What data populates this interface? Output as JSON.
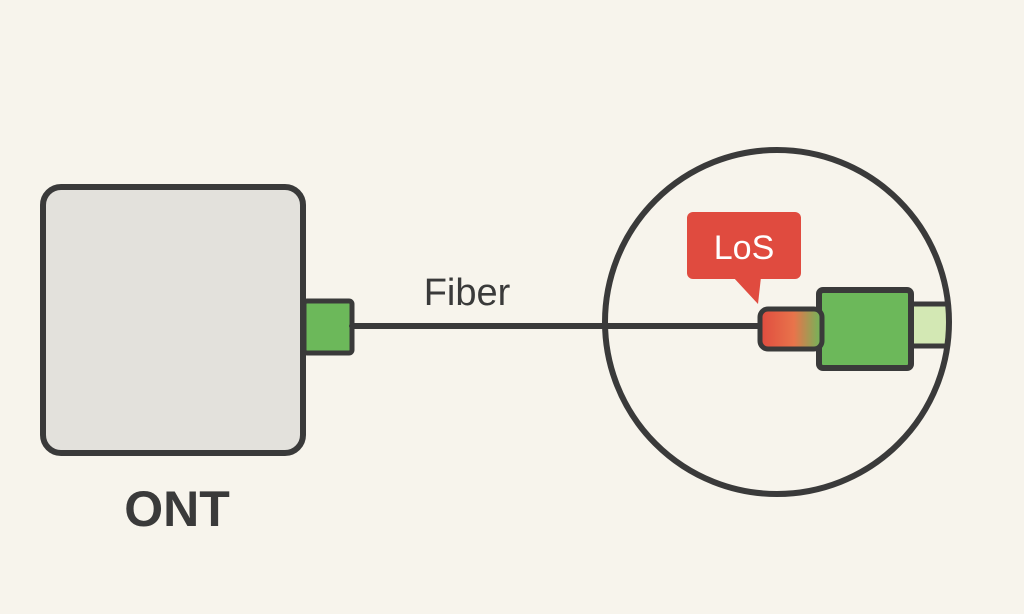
{
  "diagram": {
    "labels": {
      "device": "ONT",
      "cable": "Fiber",
      "alarm": "LoS"
    }
  },
  "colors": {
    "background": "#f7f4ec",
    "outline": "#3a3a3a",
    "device_fill": "#e3e1dc",
    "connector_green": "#6cb85a",
    "cable_light_green": "#d3e8b4",
    "alarm_red": "#e04b3f",
    "label_text": "#3a3a3a"
  }
}
